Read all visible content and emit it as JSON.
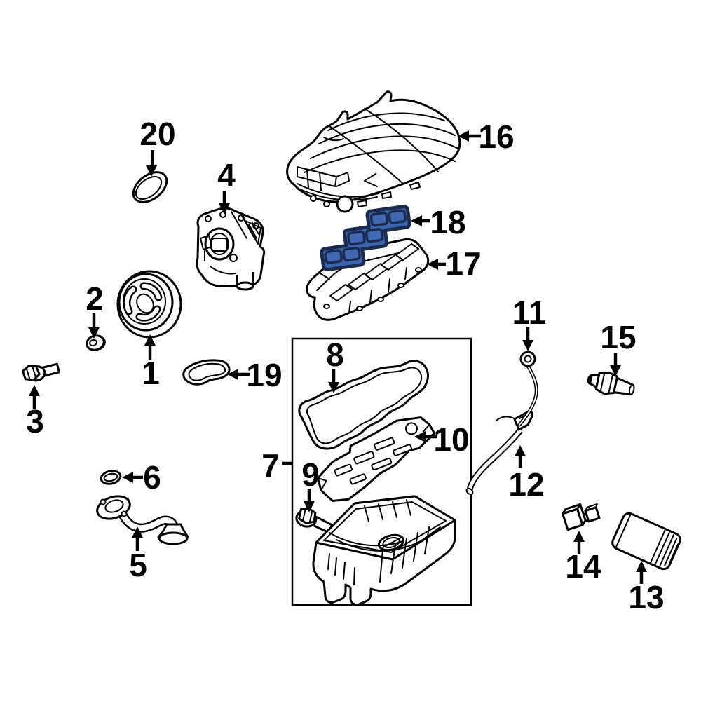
{
  "diagram": {
    "type": "exploded-parts-diagram",
    "subject": "engine intake manifold and oil pan parts",
    "background": "#ffffff",
    "line_color": "#000000",
    "highlighted_callout": "18",
    "highlight_fill": "#3D65AF",
    "highlight_port_fill": "#4169B3",
    "highlight_stroke": "#1B2B4F",
    "callouts": [
      {
        "label": "1",
        "part": "crankshaft-pulley"
      },
      {
        "label": "2",
        "part": "pulley-washer"
      },
      {
        "label": "3",
        "part": "pulley-bolt"
      },
      {
        "label": "4",
        "part": "oil-pump"
      },
      {
        "label": "5",
        "part": "oil-pickup-tube"
      },
      {
        "label": "6",
        "part": "pickup-tube-o-ring"
      },
      {
        "label": "7",
        "part": "oil-pan-group"
      },
      {
        "label": "8",
        "part": "oil-pan-gasket"
      },
      {
        "label": "9",
        "part": "oil-pan-bolt"
      },
      {
        "label": "10",
        "part": "oil-pan-baffle"
      },
      {
        "label": "11",
        "part": "oil-dipstick"
      },
      {
        "label": "12",
        "part": "dipstick-tube"
      },
      {
        "label": "13",
        "part": "oil-filter"
      },
      {
        "label": "14",
        "part": "oil-pressure-sensor"
      },
      {
        "label": "15",
        "part": "oil-level-sensor"
      },
      {
        "label": "16",
        "part": "upper-intake-manifold"
      },
      {
        "label": "17",
        "part": "lower-intake-manifold"
      },
      {
        "label": "18",
        "part": "intake-manifold-gasket",
        "highlighted": true
      },
      {
        "label": "19",
        "part": "front-cover-gasket"
      },
      {
        "label": "20",
        "part": "front-cover-seal"
      }
    ]
  }
}
